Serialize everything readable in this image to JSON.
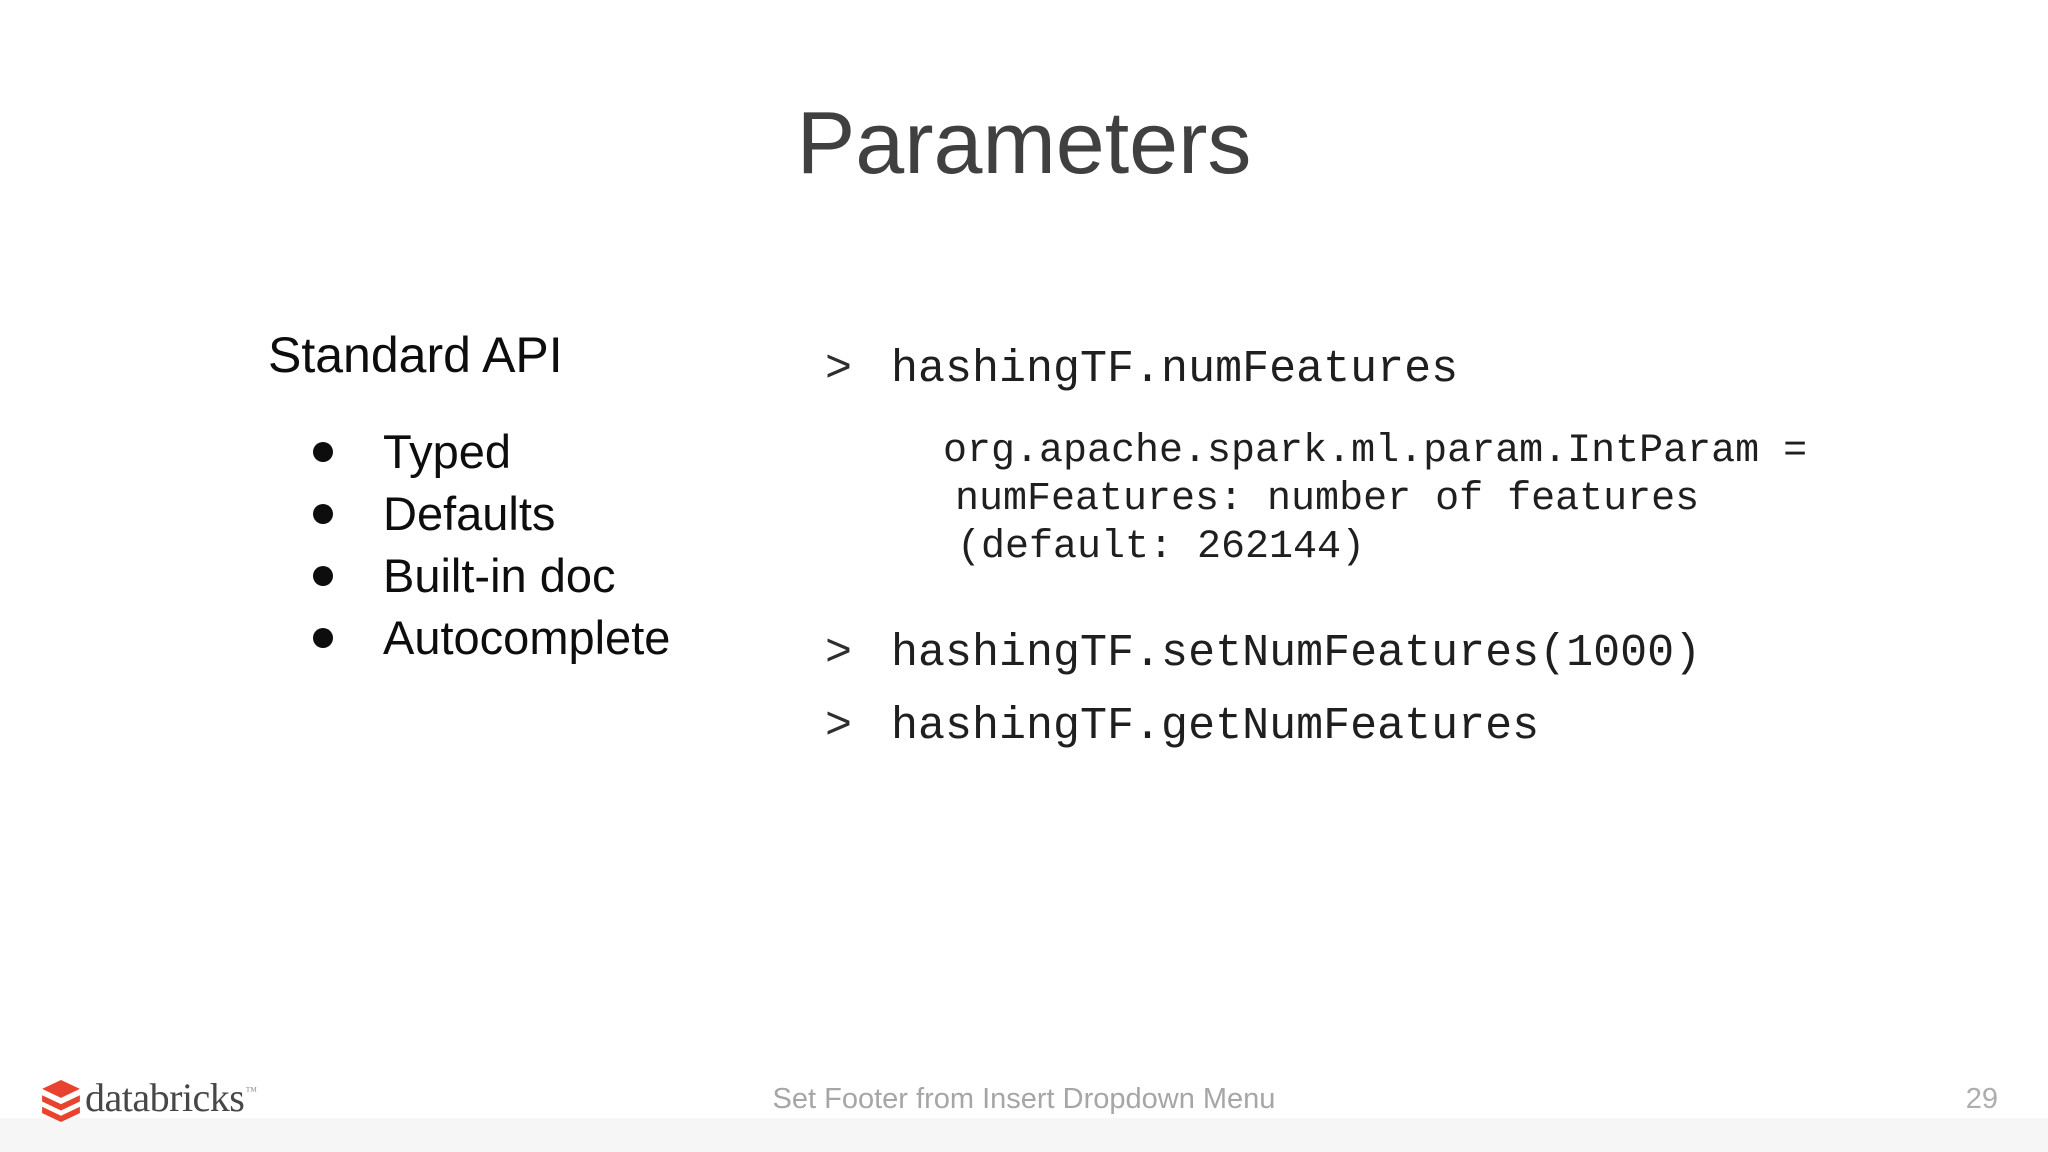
{
  "slide": {
    "title": "Parameters",
    "left_panel": {
      "heading": "Standard API",
      "bullets": [
        "Typed",
        "Defaults",
        "Built-in doc",
        "Autocomplete"
      ]
    },
    "terminal": {
      "prompt_char": ">",
      "commands": {
        "first": "hashingTF.numFeatures",
        "second": "hashingTF.setNumFeatures(1000)",
        "third": "hashingTF.getNumFeatures"
      },
      "output": {
        "line1": "org.apache.spark.ml.param.IntParam =",
        "line2": "numFeatures: number of features",
        "line3": "(default: 262144)"
      }
    }
  },
  "footer": {
    "logo_text": "databricks",
    "logo_trademark": "™",
    "footer_text": "Set Footer from Insert Dropdown Menu",
    "page_number": "29"
  },
  "colors": {
    "title_gray": "#404040",
    "body_black": "#0d0d0d",
    "code_black": "#1f1f1f",
    "footer_gray": "#a6a6a6",
    "brand_red": "#e8432e",
    "logo_text_gray": "#474747",
    "bottom_band": "#f6f6f6"
  }
}
